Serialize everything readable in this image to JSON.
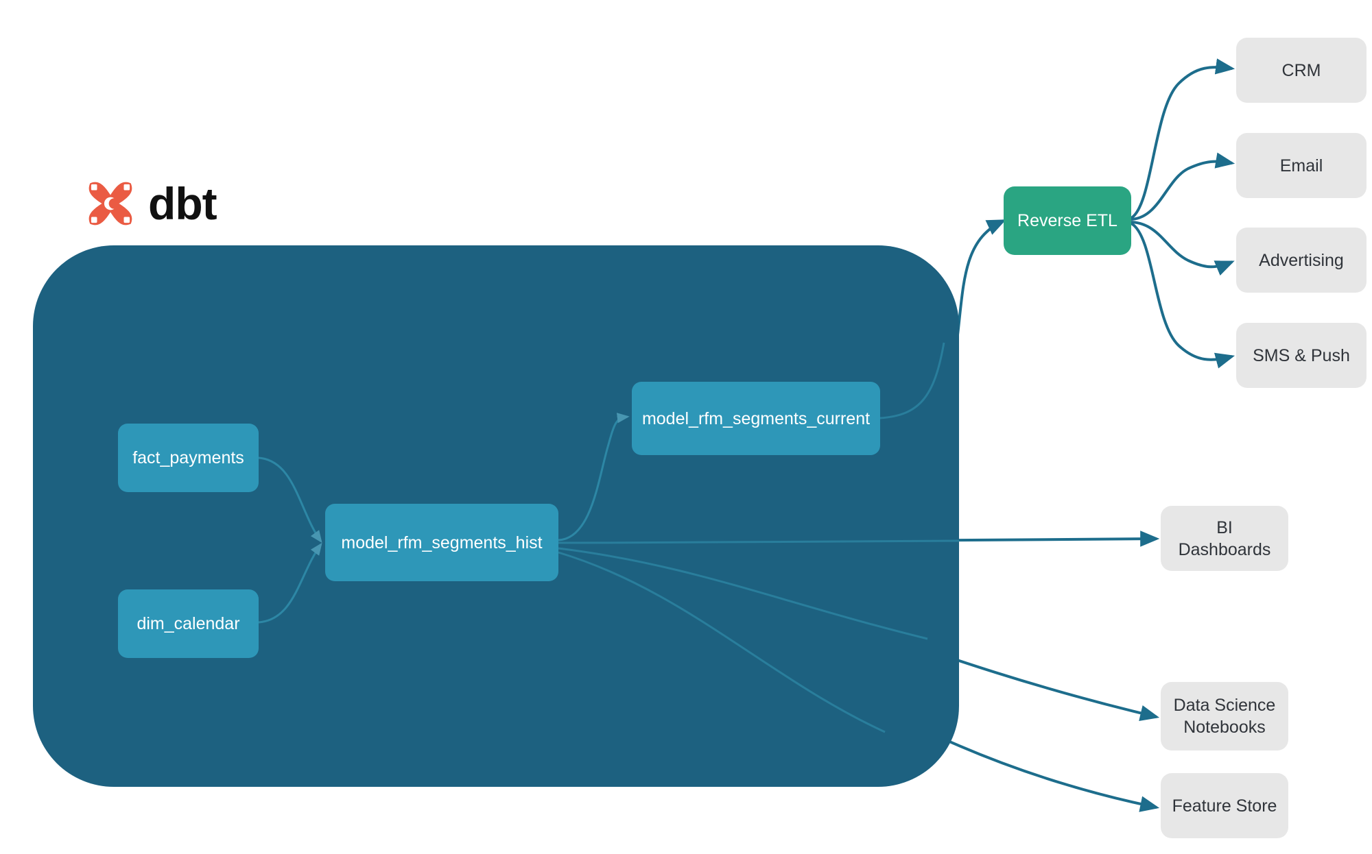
{
  "brand": {
    "logo_icon": "dbt-logo-icon",
    "wordmark": "dbt"
  },
  "colors": {
    "background": "#ffffff",
    "project_container": "#1d6180",
    "model_node": "#2e97b8",
    "service_node": "#2aa582",
    "destination_node": "#e7e7e7",
    "edge_outer": "#1d6d8c",
    "edge_inner": "#2a8aa8",
    "brand_coral": "#ea5b43",
    "destination_text": "#30343a"
  },
  "project": {
    "models": [
      {
        "id": "fact_payments",
        "label": "fact_payments"
      },
      {
        "id": "dim_calendar",
        "label": "dim_calendar"
      },
      {
        "id": "model_rfm_segments_hist",
        "label": "model_rfm_segments_hist"
      },
      {
        "id": "model_rfm_segments_current",
        "label": "model_rfm_segments_current"
      }
    ]
  },
  "services": [
    {
      "id": "reverse_etl",
      "label": "Reverse ETL"
    }
  ],
  "destinations": [
    {
      "id": "crm",
      "label": "CRM"
    },
    {
      "id": "email",
      "label": "Email"
    },
    {
      "id": "advertising",
      "label": "Advertising"
    },
    {
      "id": "sms_push",
      "label": "SMS & Push"
    },
    {
      "id": "bi_dashboards",
      "label": "BI Dashboards"
    },
    {
      "id": "ds_notebooks_line1",
      "label": "Data Science"
    },
    {
      "id": "ds_notebooks_line2",
      "label": "Notebooks"
    },
    {
      "id": "feature_store",
      "label": "Feature Store"
    }
  ],
  "edges": [
    {
      "from": "fact_payments",
      "to": "model_rfm_segments_hist"
    },
    {
      "from": "dim_calendar",
      "to": "model_rfm_segments_hist"
    },
    {
      "from": "model_rfm_segments_hist",
      "to": "model_rfm_segments_current"
    },
    {
      "from": "model_rfm_segments_current",
      "to": "reverse_etl"
    },
    {
      "from": "reverse_etl",
      "to": "crm"
    },
    {
      "from": "reverse_etl",
      "to": "email"
    },
    {
      "from": "reverse_etl",
      "to": "advertising"
    },
    {
      "from": "reverse_etl",
      "to": "sms_push"
    },
    {
      "from": "model_rfm_segments_hist",
      "to": "bi_dashboards"
    },
    {
      "from": "model_rfm_segments_hist",
      "to": "ds_notebooks"
    },
    {
      "from": "model_rfm_segments_hist",
      "to": "feature_store"
    }
  ]
}
